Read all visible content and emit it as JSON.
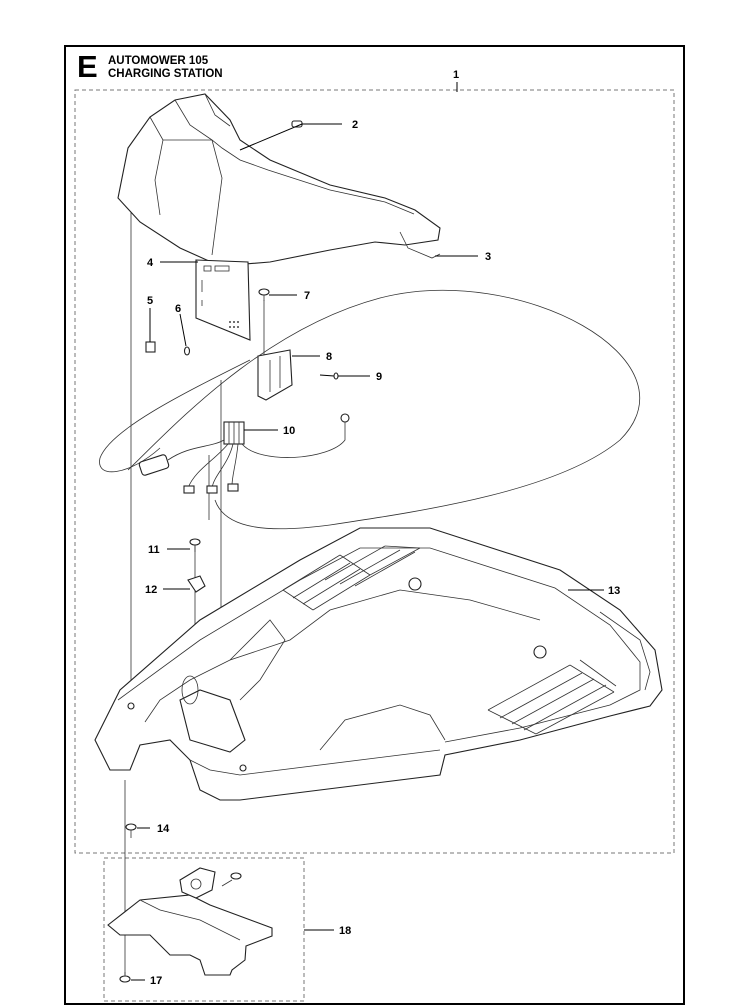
{
  "header": {
    "section_letter": "E",
    "title_line1": "AUTOMOWER 105",
    "title_line2": "CHARGING STATION"
  },
  "callouts": [
    "1",
    "2",
    "3",
    "4",
    "5",
    "6",
    "7",
    "8",
    "9",
    "10",
    "11",
    "12",
    "13",
    "14",
    "17",
    "18"
  ]
}
